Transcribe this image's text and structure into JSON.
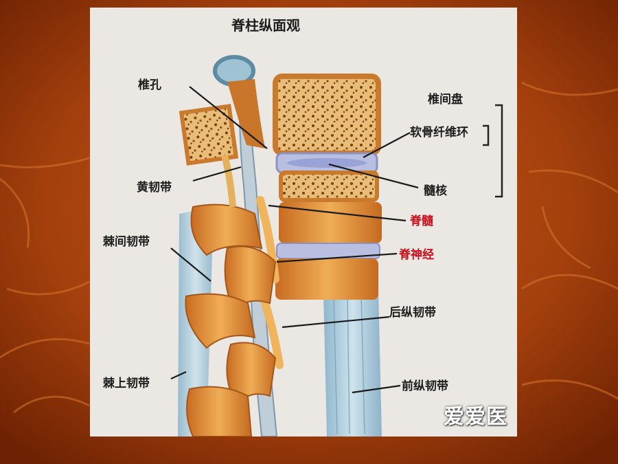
{
  "title": "脊柱纵面观",
  "labels": {
    "vertebral_foramen": "椎孔",
    "ligamentum_flavum": "黄韧带",
    "interspinous_ligament": "棘间韧带",
    "supraspinous_ligament": "棘上韧带",
    "intervertebral_disc": "椎间盘",
    "annulus_fibrosus": "软骨纤维环",
    "nucleus_pulposus": "髓核",
    "spinal_cord": "脊髓",
    "spinal_nerve": "脊神经",
    "posterior_longitudinal_ligament": "后纵韧带",
    "anterior_longitudinal_ligament": "前纵韧带"
  },
  "watermark": "爱爱医",
  "colors": {
    "slide_background": "#8a2d05",
    "panel_background": "#ebe7e3",
    "bone": "#e8a24a",
    "bone_shadow": "#b8651f",
    "disc": "#b8bfe0",
    "ligament": "#a8c8d8",
    "label_red": "#c8101c"
  }
}
